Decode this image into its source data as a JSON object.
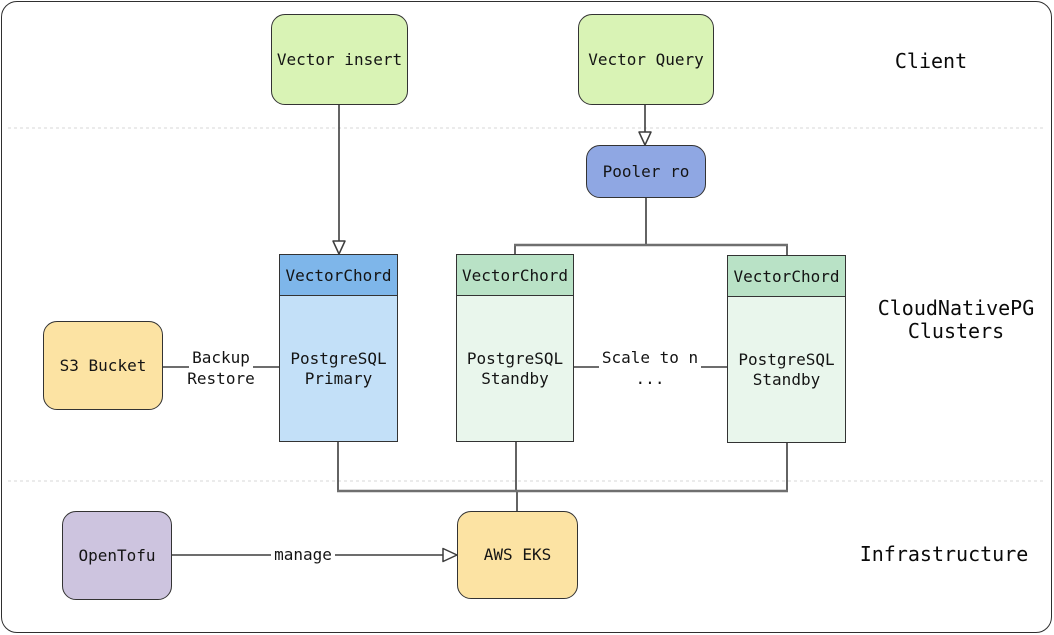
{
  "palette": {
    "green_node_fill": "#d9f3b5",
    "blue_node_fill": "#8fa7e3",
    "cluster_blue_header": "#7eb6ea",
    "cluster_blue_body": "#c3e0f8",
    "cluster_green_header": "#b9e2c6",
    "cluster_green_body": "#e9f6ec",
    "yellow_node_fill": "#fce3a3",
    "purple_node_fill": "#cdc4df",
    "node_border": "#333333",
    "edge_color": "#3d3d3d",
    "divider_color": "#d7d7d7"
  },
  "sections": {
    "client": {
      "label": "Client"
    },
    "cnpg": {
      "line1": "CloudNativePG",
      "line2": "Clusters"
    },
    "infrastructure": {
      "label": "Infrastructure"
    }
  },
  "nodes": {
    "vector_insert": {
      "label": "Vector insert"
    },
    "vector_query": {
      "label": "Vector Query"
    },
    "pooler_ro": {
      "label": "Pooler ro"
    },
    "cluster_primary": {
      "header": "VectorChord",
      "body_line1": "PostgreSQL",
      "body_line2": "Primary"
    },
    "cluster_standby_1": {
      "header": "VectorChord",
      "body_line1": "PostgreSQL",
      "body_line2": "Standby"
    },
    "cluster_standby_2": {
      "header": "VectorChord",
      "body_line1": "PostgreSQL",
      "body_line2": "Standby"
    },
    "s3_bucket": {
      "label": "S3 Bucket"
    },
    "opentofu": {
      "label": "OpenTofu"
    },
    "aws_eks": {
      "label": "AWS EKS"
    }
  },
  "edges": {
    "backup_restore": {
      "line1": "Backup",
      "line2": "Restore"
    },
    "scale_to_n": {
      "line1": "Scale to n",
      "line2": "..."
    },
    "manage": {
      "label": "manage"
    }
  }
}
